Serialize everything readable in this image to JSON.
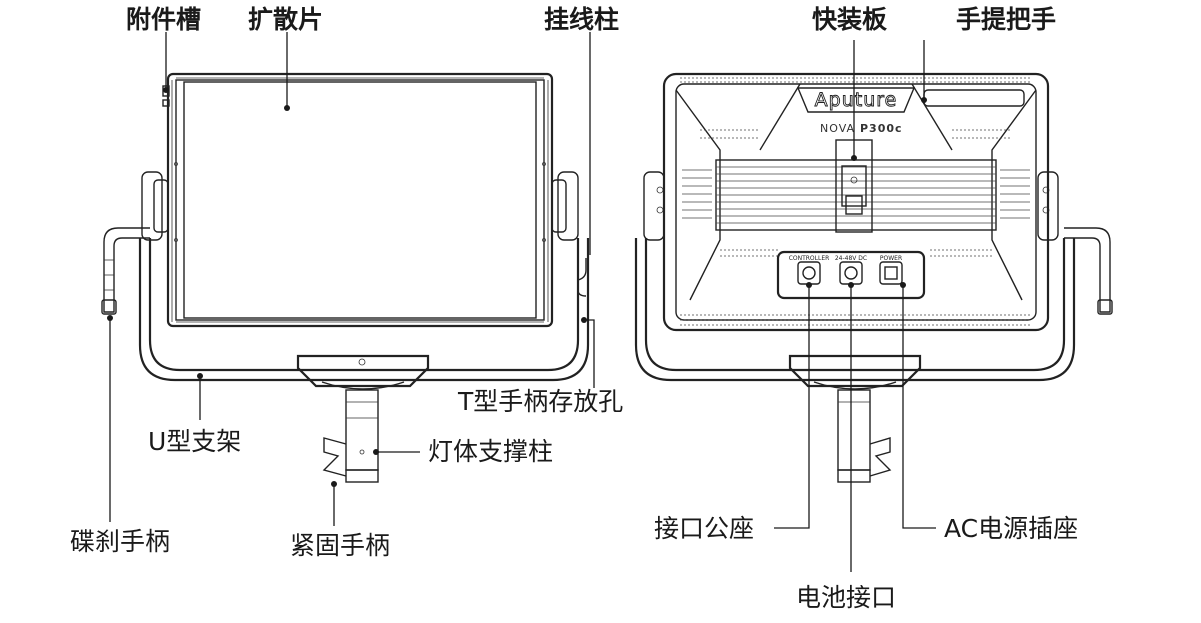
{
  "front_view": {
    "labels": {
      "accessory_slot": "附件槽",
      "diffuser": "扩散片",
      "cable_post": "挂线柱",
      "t_handle_storage": "T型手柄存放孔",
      "u_bracket": "U型支架",
      "light_support_post": "灯体支撑柱",
      "brake_handle": "碟刹手柄",
      "tightening_handle": "紧固手柄"
    }
  },
  "back_view": {
    "labels": {
      "quick_release_plate": "快装板",
      "carry_handle": "手提把手",
      "connector_socket": "接口公座",
      "ac_power_socket": "AC电源插座",
      "battery_port": "电池接口"
    },
    "brand": "Aputure",
    "model_prefix": "NOVA",
    "model_suffix": "P300c",
    "ports": {
      "controller": "CONTROLLER",
      "dc": "24-48V DC",
      "power": "POWER"
    }
  }
}
